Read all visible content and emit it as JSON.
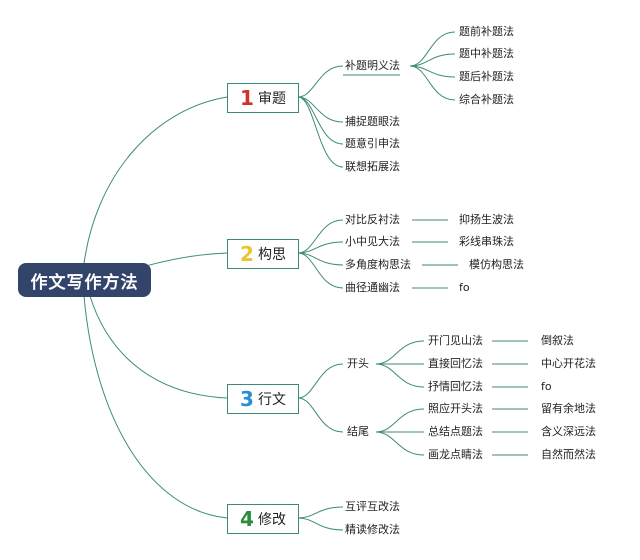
{
  "root": "作文写作方法",
  "colors": {
    "line": "#3d8a78",
    "root_bg": "#33446b"
  },
  "branches": [
    {
      "num": "1",
      "label": "审题",
      "num_color": "#d0312d",
      "children": [
        "补题明义法",
        "捕捉题眼法",
        "题意引申法",
        "联想拓展法"
      ],
      "sub": [
        "题前补题法",
        "题中补题法",
        "题后补题法",
        "综合补题法"
      ]
    },
    {
      "num": "2",
      "label": "构思",
      "num_color": "#e8c531",
      "children": [
        "对比反衬法",
        "小中见大法",
        "多角度构思法",
        "曲径通幽法"
      ],
      "pairs": [
        "抑扬生波法",
        "彩线串珠法",
        "模仿构思法",
        "fo"
      ]
    },
    {
      "num": "3",
      "label": "行文",
      "num_color": "#2b8fd6",
      "children": [
        "开头",
        "结尾"
      ],
      "opening": [
        "开门见山法",
        "直接回忆法",
        "抒情回忆法"
      ],
      "opening_pairs": [
        "倒叙法",
        "中心开花法",
        "fo"
      ],
      "ending": [
        "照应开头法",
        "总结点题法",
        "画龙点睛法"
      ],
      "ending_pairs": [
        "留有余地法",
        "含义深远法",
        "自然而然法"
      ]
    },
    {
      "num": "4",
      "label": "修改",
      "num_color": "#2e8b3e",
      "children": [
        "互评互改法",
        "精读修改法"
      ]
    }
  ]
}
